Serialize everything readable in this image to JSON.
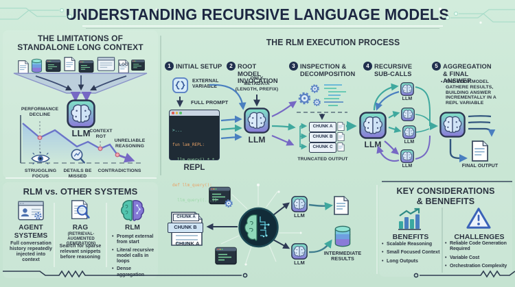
{
  "title": "UNDERSTANDING RECURSIVE LANGUAGE MODELS",
  "limitations": {
    "heading1": "THE LIMITATIONS OF",
    "heading2": "STANDALONE LONG CONTEXT",
    "log_label": "LOG",
    "llm_label": "LLM",
    "performance_decline": "PERFORMANCE DECLINE",
    "context_rot": "CONTEXT ROT",
    "unreliable_reasoning": "UNRELIABLE REASONING",
    "struggling_focus": "STRUGGLING FOCUS",
    "details_missed": "DETAILS BE MISSED",
    "contradictions": "CONTRADICTIONS"
  },
  "process": {
    "heading": "THE RLM EXECUTION PROCESS",
    "steps": [
      {
        "num": "1",
        "title": "INITIAL SETUP"
      },
      {
        "num": "2",
        "title": "ROOT MODEL INVOCATION"
      },
      {
        "num": "3",
        "title": "INSPECTION & DECOMPOSITION"
      },
      {
        "num": "4",
        "title": "RECURSIVE SUB-CALLS"
      },
      {
        "num": "5",
        "title": "AGGREGATION & FINAL ANSWER"
      }
    ],
    "step1": {
      "external_variable": "EXTERNAL VARIABLE",
      "full_prompt": "FULL PROMPT",
      "repl": "REPL",
      "code": [
        ">...",
        "fun lam_REPL:",
        "  llm_query() * *",
        "",
        "def llm_query():",
        "  llm_query((...))",
        "  ..."
      ]
    },
    "step2": {
      "note_lines": [
        "ONLY",
        "METADATA",
        "(LENGTH, PREFIX)"
      ],
      "llm_label": "LLM"
    },
    "step3": {
      "chunks": [
        "CHUNK A",
        "CHUNK B",
        "CHUNK C"
      ],
      "caption": "TRUNCATED OUTPUT"
    },
    "step4": {
      "root_label": "LLM",
      "sub_labels": [
        "LLM",
        "LLM",
        "LLM"
      ]
    },
    "step5": {
      "bullet": "THE ROOT MODEL GATHERE RESULTS, BUILDING ANSWER INCREMENTALLY IN A REPL VARIABLE",
      "final_output": "FINAL OUTPUT"
    }
  },
  "comparison": {
    "heading": "RLM vs. OTHER SYSTEMS",
    "agent": {
      "title": "AGENT SYSTEMS",
      "body": "Full conversation history repeatedly injected into context"
    },
    "rag": {
      "title": "RAG",
      "subtitle": "(RETRIEVAL-AUGMENTED GENERATION)",
      "body": "Search for sparse relevant snippets before reasoning"
    },
    "rlm": {
      "title": "RLM",
      "bullets": [
        "Prompt external from start",
        "Literal recursive model calls in loops",
        "Dense aggregation"
      ]
    }
  },
  "flow": {
    "chunk_tab": "CHUNK A",
    "chunk_highlight": "CHUNK B",
    "chunk_caption": "CHUNK A",
    "llm_top": "LLM",
    "llm_bottom": "LLM",
    "intermediate": "INTERMEDIATE RESULTS"
  },
  "considerations": {
    "heading1": "KEY CONSIDERATIONS",
    "heading2": "& BENNEFITS",
    "benefits": {
      "title": "BENEFITS",
      "bullets": [
        "Scalable Reasoning",
        "Small Focused Context",
        "Long Outputs"
      ]
    },
    "challenges": {
      "title": "CHALLENGES",
      "bullets": [
        "Reliable Code Generation Required",
        "Variable Cost",
        "Orchestration Complexity"
      ]
    }
  },
  "colors": {
    "background": "#cbe7d6",
    "title_text": "#1d2742",
    "accent_teal": "#3fa89e",
    "accent_blue": "#4a7fc0",
    "accent_purple": "#7668c4",
    "panel_text": "#2b3340"
  }
}
